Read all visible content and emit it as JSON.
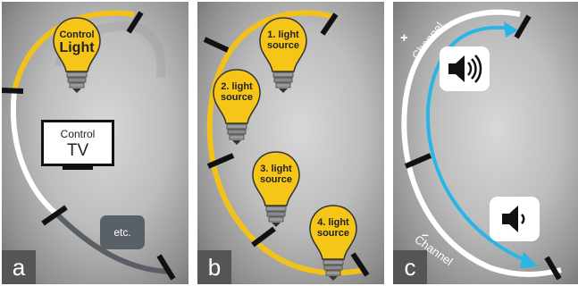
{
  "panels": {
    "a": {
      "letter": "a",
      "light_line1": "Control",
      "light_line2": "Light",
      "tv_line1": "Control",
      "tv_line2": "TV",
      "etc_label": "etc.",
      "arc_colors": {
        "upper": "#f2c21a",
        "middle": "#ffffff",
        "lower": "#5a5f66"
      }
    },
    "b": {
      "letter": "b",
      "bulbs": [
        {
          "line1": "1. light",
          "line2": "source"
        },
        {
          "line1": "2. light",
          "line2": "source"
        },
        {
          "line1": "3. light",
          "line2": "source"
        },
        {
          "line1": "4. light",
          "line2": "source"
        }
      ],
      "arc_color": "#f2c21a"
    },
    "c": {
      "letter": "c",
      "plus_label": "+",
      "channel_up": "Channel",
      "minus_label": "–",
      "channel_down": "Channel",
      "volume_up_icon": "speaker-loud-icon",
      "volume_down_icon": "speaker-quiet-icon",
      "arc_color": "#ffffff",
      "arrow_color": "#29b6e6"
    }
  },
  "colors": {
    "bulb": "#f5c518",
    "bulb_base": "#9a9a9a",
    "marker": "#111111",
    "label_bg": "#555555"
  }
}
